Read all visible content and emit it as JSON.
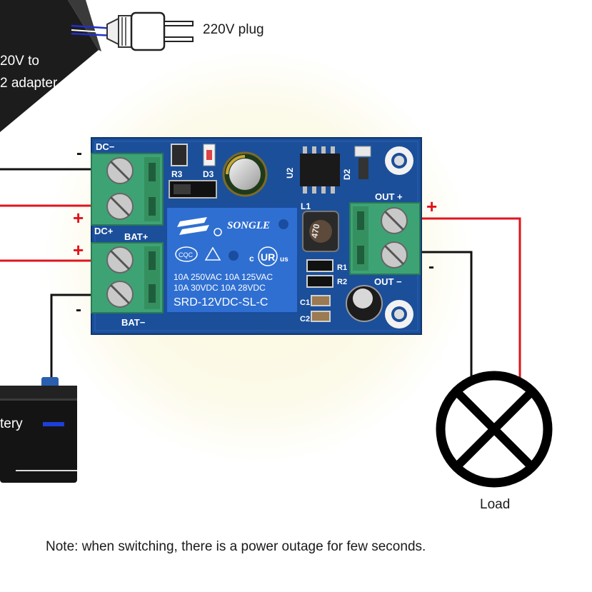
{
  "labels": {
    "plug": "220V plug",
    "adapter_line1": "20V to",
    "adapter_line2": "2 adapter",
    "battery": "tery",
    "load": "Load",
    "note": "Note: when switching, there is a power outage for few seconds."
  },
  "board": {
    "dc_minus": "DC−",
    "dc_plus": "DC+",
    "bat_plus": "BAT+",
    "bat_minus": "BAT−",
    "out_plus": "OUT +",
    "out_minus": "OUT −",
    "r3": "R3",
    "d3": "D3",
    "u2": "U2",
    "d2": "D2",
    "l1": "L1",
    "r1": "R1",
    "r2": "R2",
    "c1": "C1",
    "c2": "C2",
    "inductor_value": "470",
    "relay_brand": "SONGLE",
    "relay_line1": "10A 250VAC  10A 125VAC",
    "relay_line2": "10A   30VDC  10A  28VDC",
    "relay_model": "SRD-12VDC-SL-C",
    "cqc": "CQC",
    "ul": "us",
    "c_mark": "c"
  },
  "signs": {
    "minus": "-",
    "plus": "+"
  },
  "colors": {
    "pcb_blue": "#1b4f9a",
    "relay_blue": "#2f6fd1",
    "terminal_green": "#3ea374",
    "wire_red": "#e0141e",
    "wire_black": "#111111",
    "wire_blue": "#2330c8",
    "battery_marker": "#1e3fd8"
  }
}
